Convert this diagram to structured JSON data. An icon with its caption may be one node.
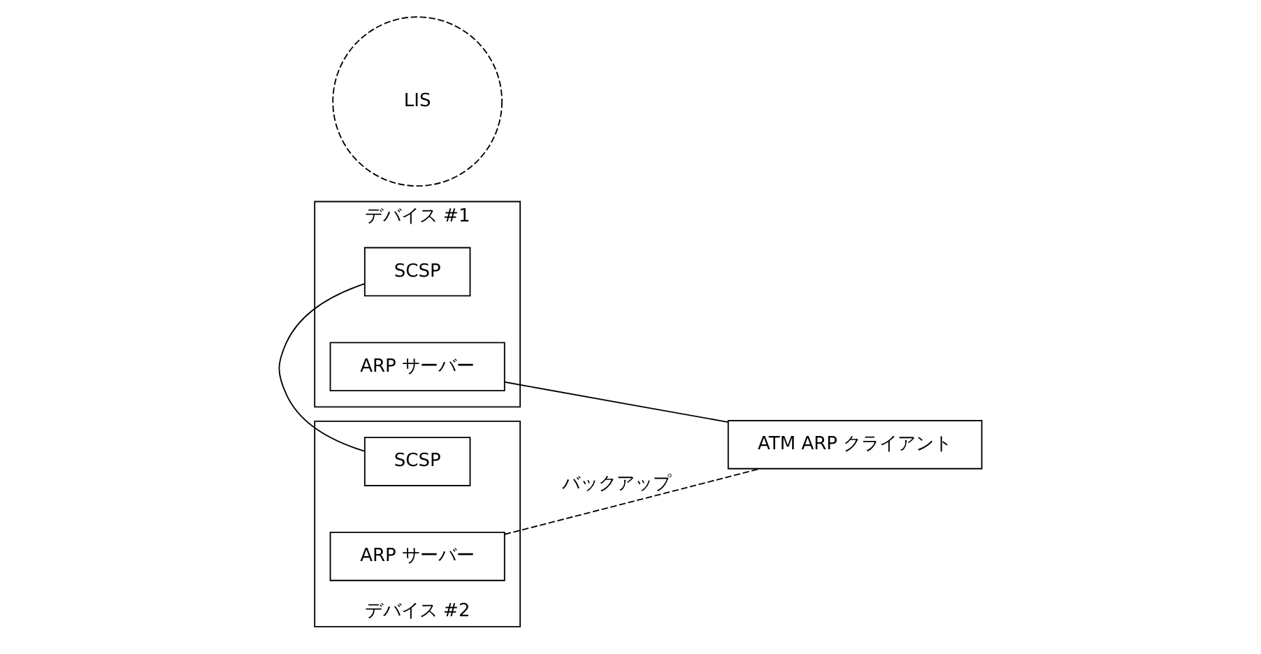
{
  "diagram": {
    "nodes": [
      {
        "text": [
          "デバイス #1"
        ]
      },
      {
        "text": [
          "SCSP"
        ],
        "in": 0
      },
      {
        "text": [
          "ARP サーバー"
        ],
        "in": 0
      },
      {
        "text": [
          "LIS"
        ]
      },
      {
        "text": [
          "ATM ARP クライアント"
        ]
      },
      {
        "text": [
          "デバイス #2"
        ]
      },
      {
        "text": [
          "SCSP"
        ],
        "in": 5
      },
      {
        "text": [
          "ARP サーバー"
        ],
        "in": 5
      }
    ],
    "edges": [
      {
        "from": 1,
        "to": 6,
        "arrow": "none"
      },
      {
        "from": 2,
        "to": 4,
        "arrow": "none"
      },
      {
        "from": 7,
        "to": 4,
        "arrow": "none",
        "style": "dashed",
        "label": "バックアップ"
      }
    ]
  }
}
